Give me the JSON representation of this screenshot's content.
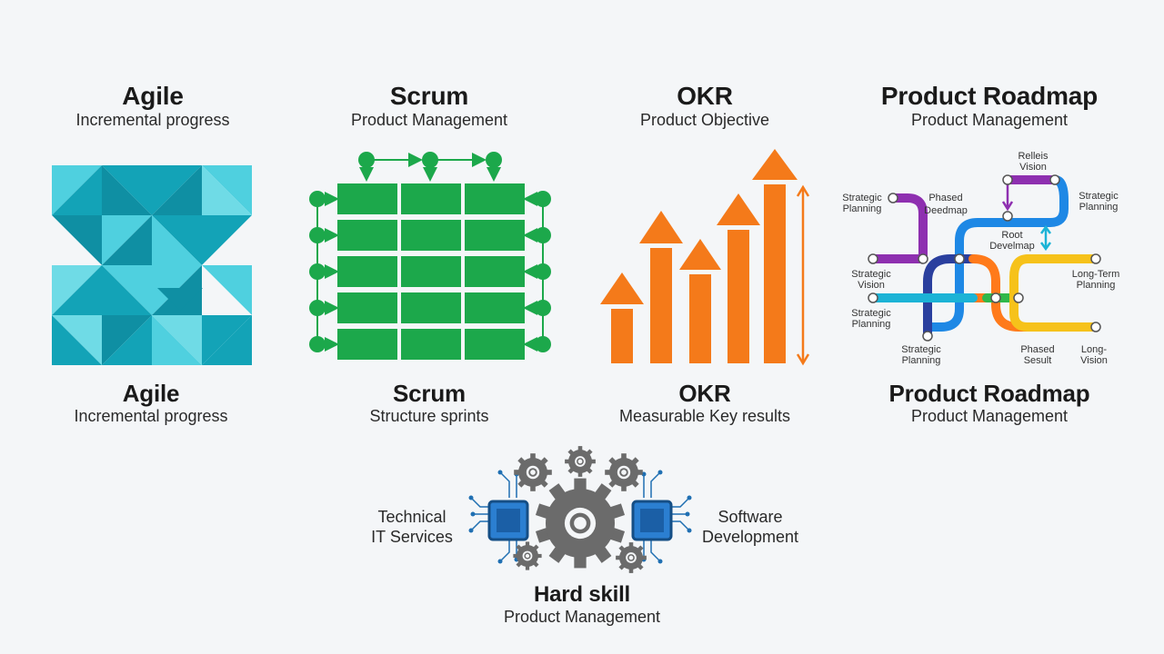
{
  "colors": {
    "background": "#f4f6f8",
    "agile_teal": "#13a3b7",
    "agile_light": "#4fd0df",
    "scrum_green": "#1ca84b",
    "okr_orange": "#f47a1a",
    "gear_gray": "#6b6b6b",
    "chip_blue": "#1f6fb2"
  },
  "cards": {
    "agile": {
      "top_title": "Agile",
      "top_sub": "Incremental progress",
      "bottom_title": "Agile",
      "bottom_sub": "Incremental progress",
      "icon": "triangle-mosaic-icon"
    },
    "scrum": {
      "top_title": "Scrum",
      "top_sub": "Product Management",
      "bottom_title": "Scrum",
      "bottom_sub": "Structure sprints",
      "icon": "sprint-grid-icon"
    },
    "okr": {
      "top_title": "OKR",
      "top_sub": "Product Objective",
      "bottom_title": "OKR",
      "bottom_sub": "Measurable Key results",
      "icon": "growth-arrows-icon"
    },
    "roadmap": {
      "top_title": "Product Roadmap",
      "top_sub": "Product Management",
      "bottom_title": "Product Roadmap",
      "bottom_sub": "Product Management",
      "icon": "metro-map-icon",
      "labels": {
        "release_vision_1": "Relleis",
        "release_vision_2": "Vision",
        "strategic_planning_tl_1": "Strategic",
        "strategic_planning_tl_2": "Planning",
        "phased_roadmap_1": "Phased",
        "phased_roadmap_2": "Deedmap",
        "strategic_planning_tr_1": "Strategic",
        "strategic_planning_tr_2": "Planning",
        "root_develop_1": "Root",
        "root_develop_2": "Develmap",
        "strategic_vision_1": "Strategic",
        "strategic_vision_2": "Vision",
        "long_term_planning_1": "Long-Term",
        "long_term_planning_2": "Planning",
        "strategic_planning_ml_1": "Strategic",
        "strategic_planning_ml_2": "Planning",
        "strategic_planning_bl_1": "Strategic",
        "strategic_planning_bl_2": "Planning",
        "phased_result_1": "Phased",
        "phased_result_2": "Sesult",
        "long_vision_1": "Long-",
        "long_vision_2": "Vision"
      }
    }
  },
  "hard_skill": {
    "title": "Hard skill",
    "sub": "Product Management",
    "left_label_1": "Technical",
    "left_label_2": "IT Services",
    "right_label_1": "Software",
    "right_label_2": "Development",
    "icon": "gears-chip-icon"
  }
}
